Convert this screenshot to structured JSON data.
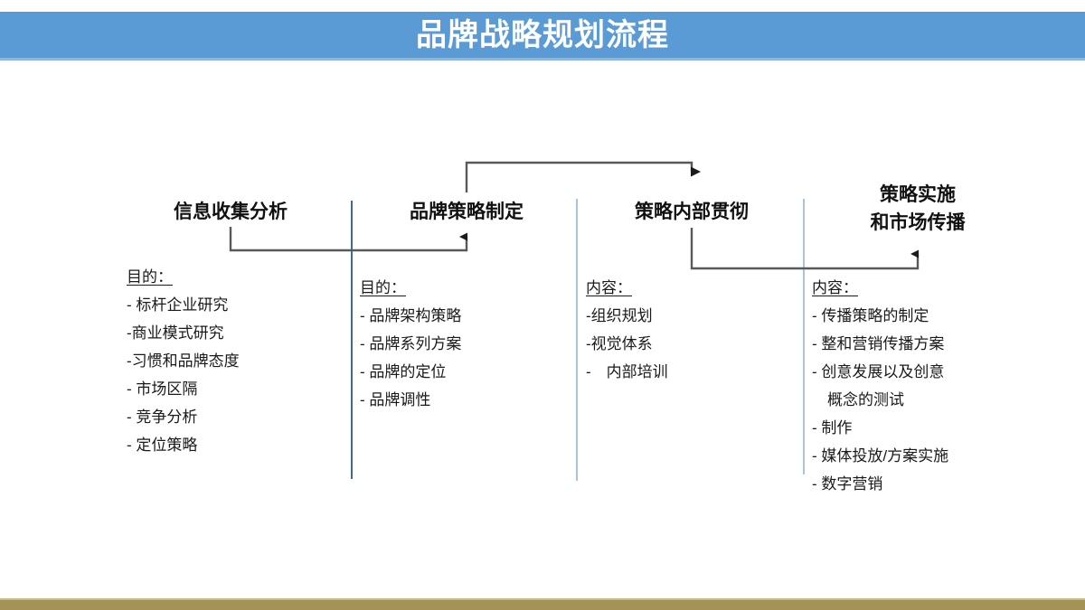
{
  "slide": {
    "title": "品牌战略规划流程",
    "header_bg": "#5B9BD5",
    "header_text_color": "#ffffff",
    "footer_bg": "#A59256",
    "divider_color_1": "#3E6D8E",
    "divider_color_2": "#A8C4DE",
    "arrow_color": "#595959"
  },
  "columns": [
    {
      "id": "col-1",
      "header": "信息收集分析",
      "lead": "目的：",
      "items": [
        "- 标杆企业研究",
        "-商业模式研究",
        "-习惯和品牌态度",
        "- 市场区隔",
        "- 竞争分析",
        "- 定位策略"
      ]
    },
    {
      "id": "col-2",
      "header": "品牌策略制定",
      "lead": "目的：",
      "items": [
        "- 品牌架构策略",
        "- 品牌系列方案",
        "- 品牌的定位",
        "- 品牌调性"
      ]
    },
    {
      "id": "col-3",
      "header": "策略内部贯彻",
      "lead": "内容：",
      "items": [
        "-组织规划",
        "-视觉体系",
        "-　内部培训"
      ]
    },
    {
      "id": "col-4",
      "header_line1": "策略实施",
      "header_line2": "和市场传播",
      "lead": "内容：",
      "items": [
        "- 传播策略的制定",
        "- 整和营销传播方案",
        "- 创意发展以及创意",
        "　概念的测试",
        "- 制作",
        "- 媒体投放/方案实施",
        "- 数字营销"
      ]
    }
  ],
  "connectors": [
    {
      "id": "arrow-col1-to-col2",
      "from": "信息收集分析",
      "to": "品牌策略制定",
      "direction": "up"
    },
    {
      "id": "arrow-col2-to-col3",
      "from": "品牌策略制定",
      "to": "策略内部贯彻",
      "direction": "down"
    },
    {
      "id": "arrow-col3-to-col4",
      "from": "策略内部贯彻",
      "to": "策略实施和市场传播",
      "direction": "up"
    }
  ]
}
